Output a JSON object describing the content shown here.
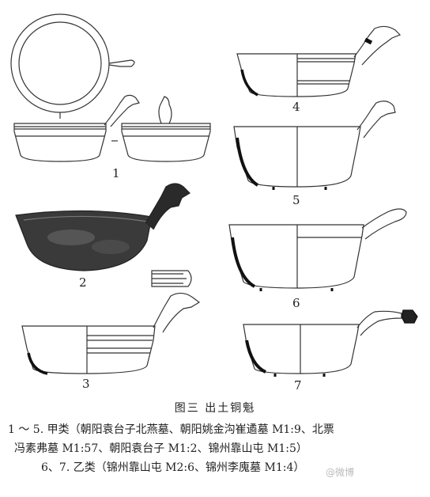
{
  "figure": {
    "numbers": [
      "1",
      "2",
      "3",
      "4",
      "5",
      "6",
      "7"
    ]
  },
  "caption": {
    "title": "图三   出土铜魁",
    "line1": "1 ～ 5. 甲类（朝阳袁台子北燕墓、朝阳姚金沟崔遹墓 M1:9、北票",
    "line2": "冯素弗墓 M1:57、朝阳袁台子 M1:2、锦州靠山屯 M1:5）",
    "line3": "6、7. 乙类（锦州靠山屯 M2:6、锦州李廆墓 M1:4）"
  },
  "watermark": "@微博"
}
